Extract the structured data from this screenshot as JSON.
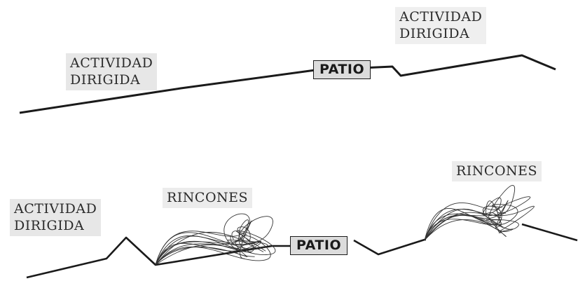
{
  "top": {
    "left_label": [
      "ACTIVIDAD",
      "DIRIGIDA"
    ],
    "right_label": [
      "ACTIVIDAD",
      "DIRIGIDA"
    ],
    "patio": "PATIO"
  },
  "bottom": {
    "left_label": [
      "ACTIVIDAD",
      "DIRIGIDA"
    ],
    "rincones_1": "RINCONES",
    "rincones_2": "RINCONES",
    "patio": "PATIO"
  },
  "colors": {
    "line": "#1a1a1a",
    "label_bg": "#e7e7e7",
    "patio_bg": "#dcdcdc"
  }
}
